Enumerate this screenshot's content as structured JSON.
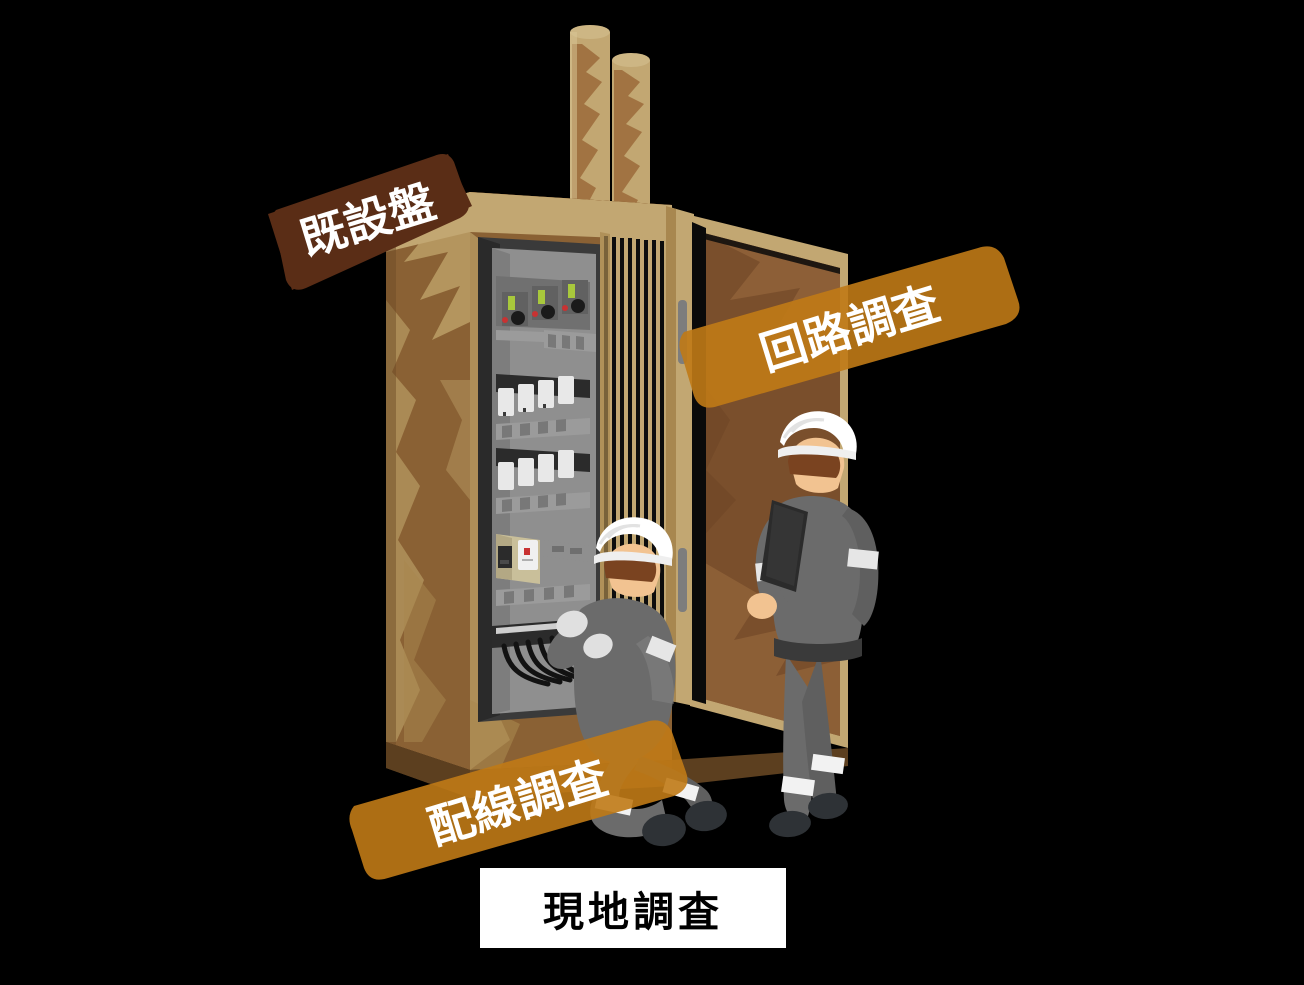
{
  "caption": {
    "text": "現地調査",
    "text_color": "#000000",
    "background": "#ffffff"
  },
  "banners": [
    {
      "id": "kisetsu",
      "text": "既設盤",
      "color": "#5a2d16",
      "text_color": "#ffffff",
      "opacity": 1,
      "rotation_deg": -16,
      "meaning_tag": "existing-panel"
    },
    {
      "id": "kairo",
      "text": "回路調査",
      "color": "#c07a16",
      "text_color": "#ffffff",
      "opacity": 0.88,
      "rotation_deg": -18,
      "meaning_tag": "circuit-survey"
    },
    {
      "id": "haisen",
      "text": "配線調査",
      "color": "#c07a16",
      "text_color": "#ffffff",
      "opacity": 0.88,
      "rotation_deg": -18,
      "meaning_tag": "wiring-survey"
    }
  ],
  "scene": {
    "background": "#000000",
    "cabinet": {
      "body_color": "#8a6134",
      "rust_color": "#b79a62",
      "frame_color": "#c2a772",
      "door_inner_color": "#7a4f2c",
      "interior_color": "#3d3d3d"
    },
    "panel": {
      "rail_color": "#8f8f8f",
      "breaker_color": "#e8e8e8",
      "breaker_base_color": "#2b2b2b",
      "meter_indicator_color": "#a8c83c",
      "meter_knob_color": "#1a1a1a",
      "meter_led_color": "#c83232",
      "cable_color": "#0d0d0d"
    },
    "conduits": {
      "count": 2,
      "color": "#c2a772"
    },
    "workers": [
      {
        "id": "kneeling",
        "posture": "kneeling",
        "helmet_color": "#ffffff",
        "uniform_color": "#6b6b6b",
        "skin_color": "#f2c391",
        "hair_color": "#7a4320",
        "glove_color": "#e0e0e0",
        "boot_color": "#2e3236",
        "band_color": "#f2f2f2",
        "task": "配線調査"
      },
      {
        "id": "standing",
        "posture": "standing",
        "helmet_color": "#ffffff",
        "uniform_color": "#6b6b6b",
        "skin_color": "#f2c391",
        "hair_color": "#7a4320",
        "clipboard_color": "#2b2b2b",
        "boot_color": "#2e3236",
        "band_color": "#f2f2f2",
        "task": "回路調査"
      }
    ]
  }
}
